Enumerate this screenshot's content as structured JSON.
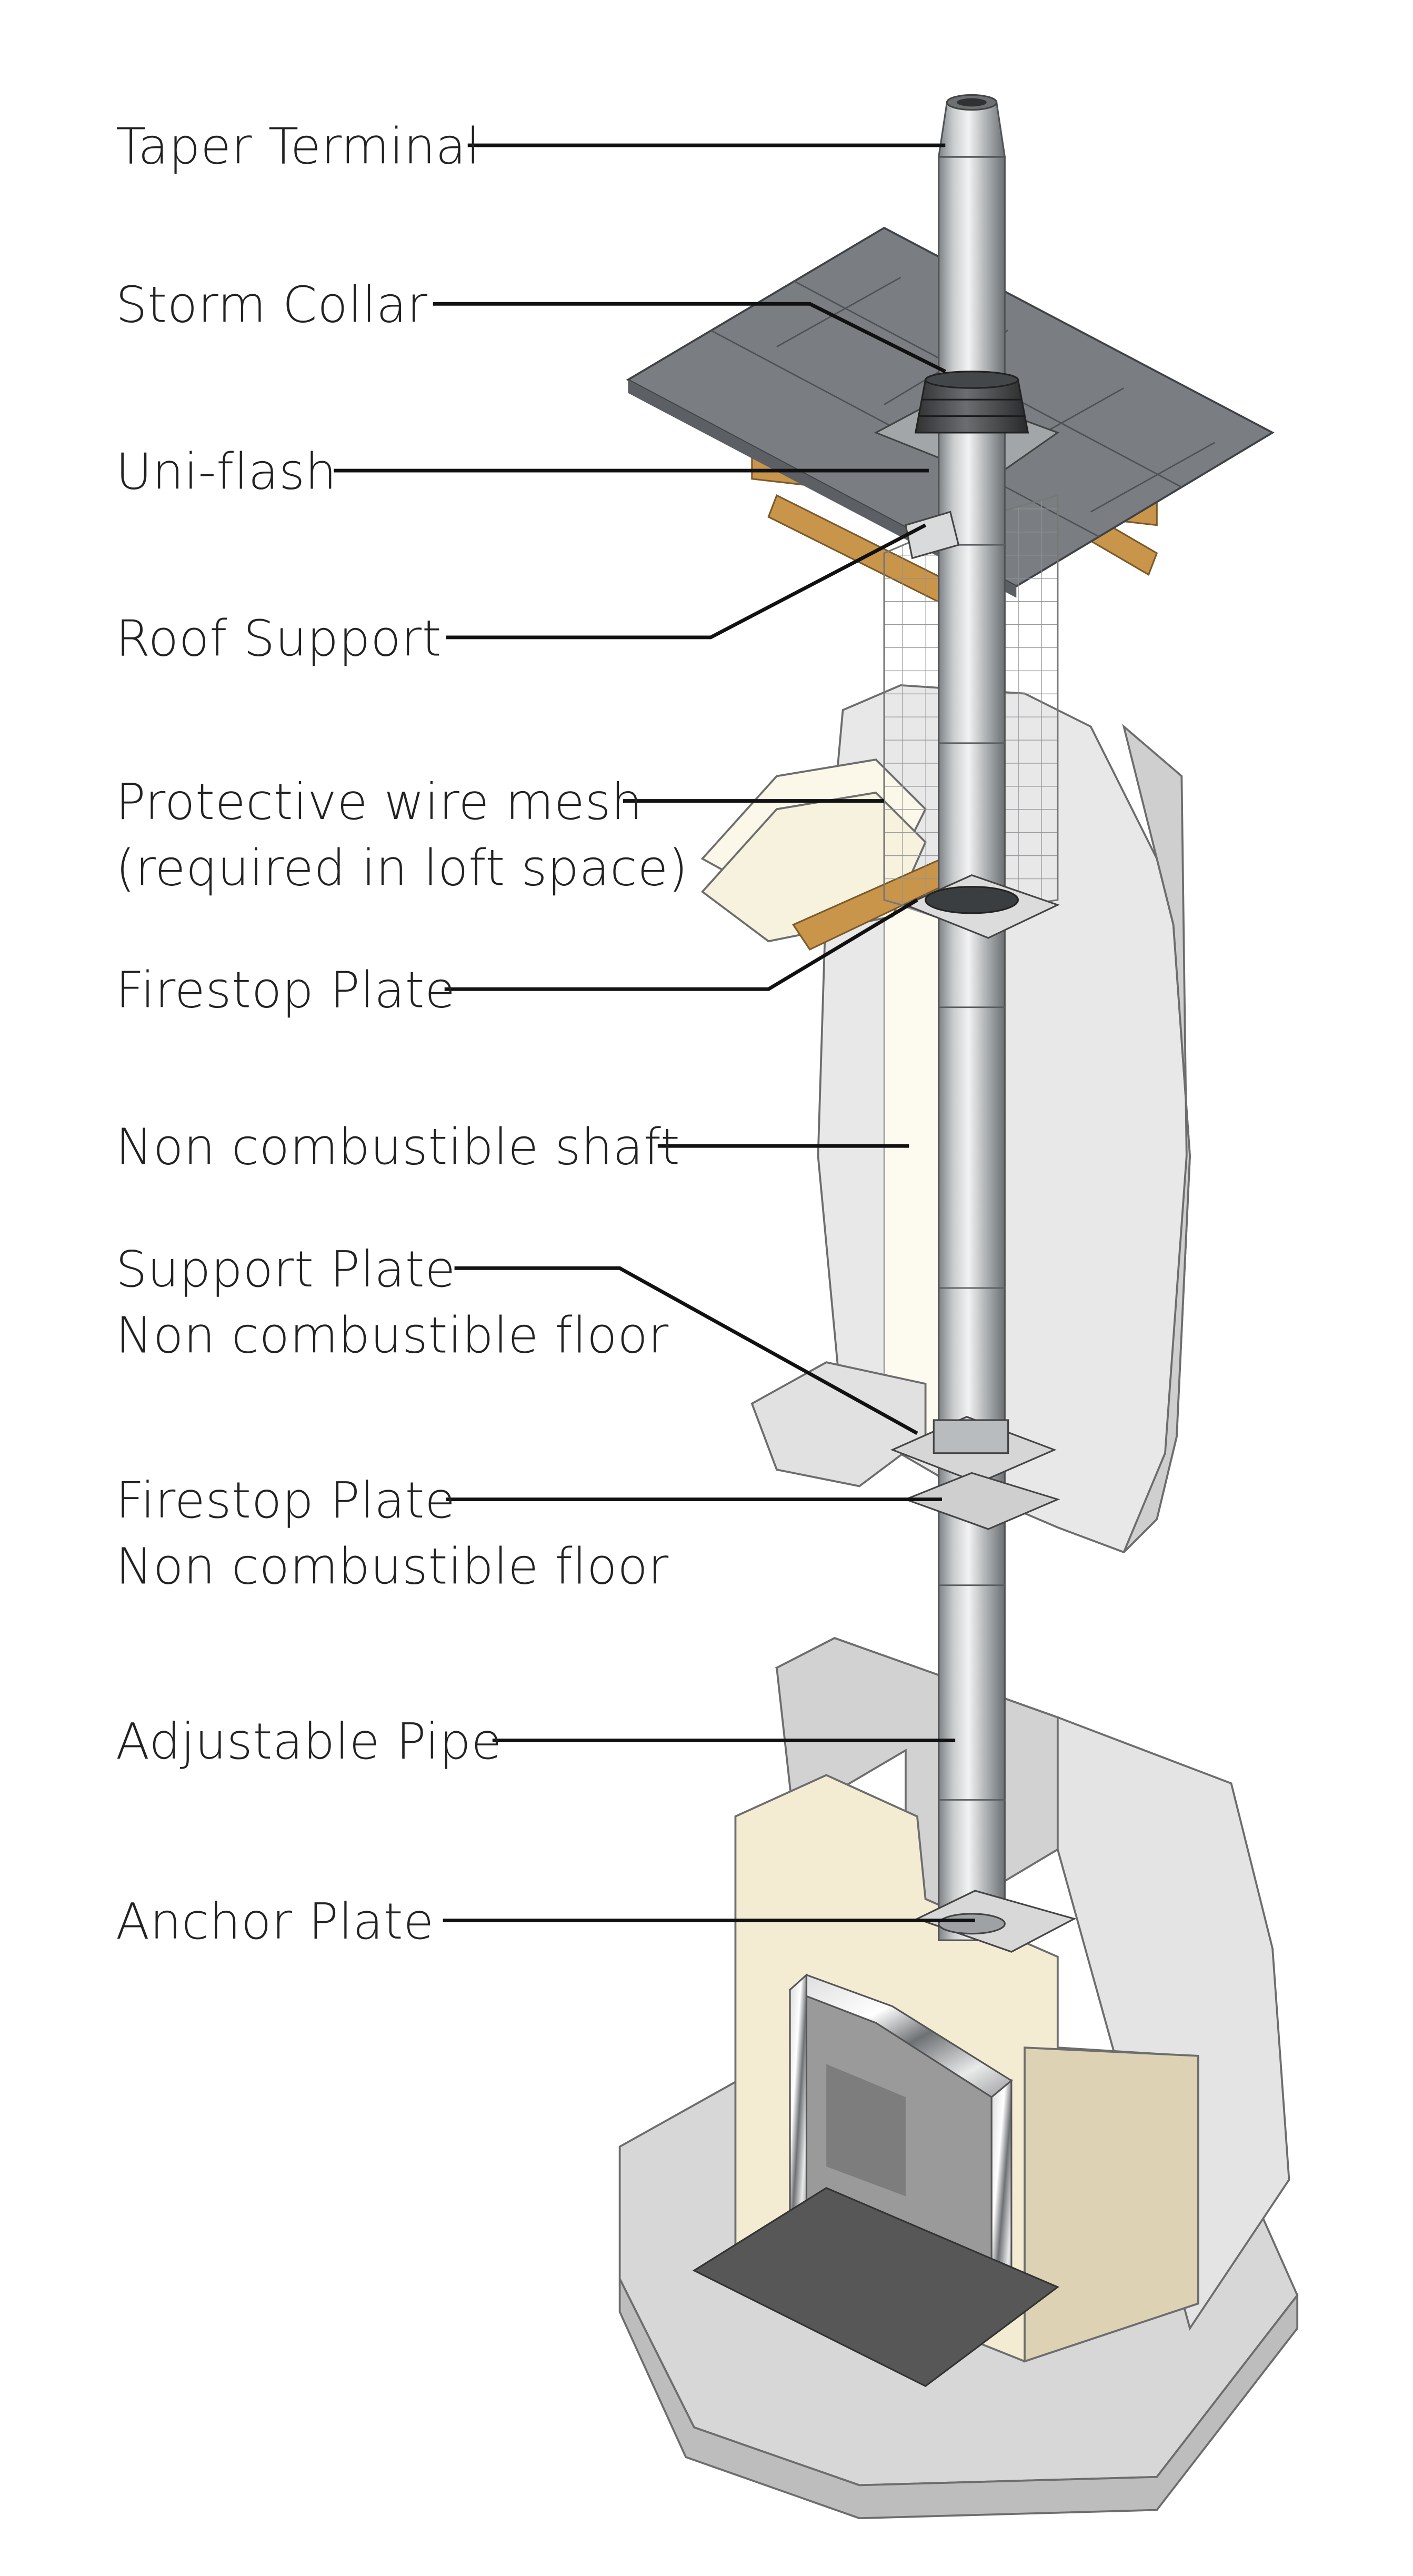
{
  "callouts": [
    {
      "id": "taper-terminal",
      "lines": [
        "Taper Terminal"
      ]
    },
    {
      "id": "storm-collar",
      "lines": [
        "Storm Collar"
      ]
    },
    {
      "id": "uni-flash",
      "lines": [
        "Uni-flash"
      ]
    },
    {
      "id": "roof-support",
      "lines": [
        "Roof Support"
      ]
    },
    {
      "id": "protective-wire-mesh",
      "lines": [
        "Protective wire mesh",
        "(required in loft space)"
      ]
    },
    {
      "id": "firestop-plate-upper",
      "lines": [
        "Firestop Plate"
      ]
    },
    {
      "id": "non-combustible-shaft",
      "lines": [
        "Non combustible shaft"
      ]
    },
    {
      "id": "support-plate",
      "lines": [
        "Support Plate",
        "Non combustible floor"
      ]
    },
    {
      "id": "firestop-plate-lower",
      "lines": [
        "Firestop Plate",
        "Non combustible floor"
      ]
    },
    {
      "id": "adjustable-pipe",
      "lines": [
        "Adjustable Pipe"
      ]
    },
    {
      "id": "anchor-plate",
      "lines": [
        "Anchor Plate"
      ]
    }
  ],
  "colors": {
    "roof_slate": "#7a7e82",
    "rafter_timber": "#c9954b",
    "pipe_steel": "#b9bcbe",
    "shaft_wall": "#e6e6e6",
    "shaft_interior": "#fdfbef",
    "fireplace_cream": "#f3ecd3",
    "hearth_dark": "#575757",
    "base_floor": "#d5d5d5",
    "label_text": "#222222"
  }
}
